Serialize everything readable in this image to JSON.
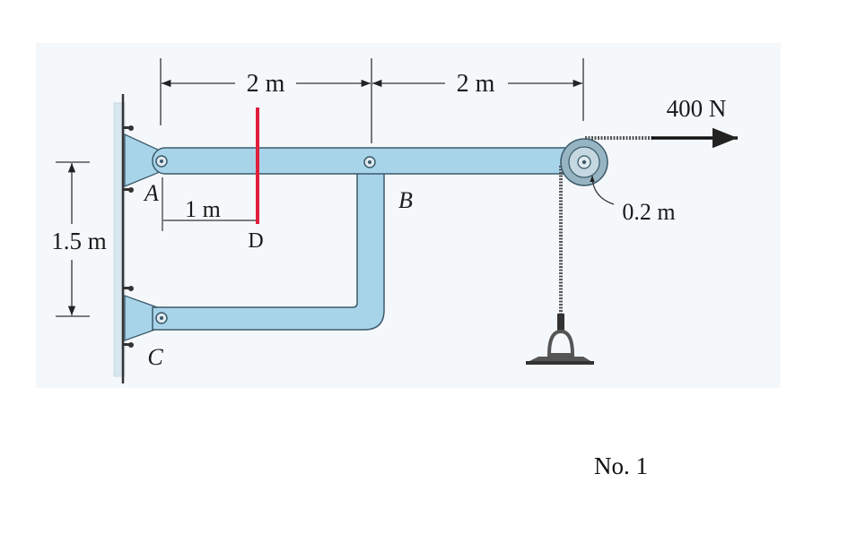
{
  "dimensions": {
    "top_left": "2 m",
    "top_right": "2 m",
    "height": "1.5 m",
    "ad": "1 m",
    "radius": "0.2 m"
  },
  "load": {
    "force": "400 N"
  },
  "points": {
    "A": "A",
    "B": "B",
    "C": "C",
    "D": "D"
  },
  "problem_number": "No. 1",
  "colors": {
    "member": "#a8d4ea",
    "member_edge": "#3a5a6a",
    "section_cut": "#e01e3c",
    "wall": "#d8e6ee"
  }
}
